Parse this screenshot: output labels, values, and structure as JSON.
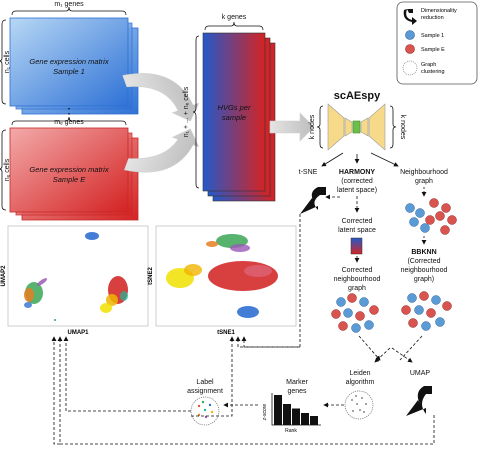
{
  "matrix_sample1": {
    "title_line1": "Gene expression matrix",
    "title_line2": "Sample 1",
    "genes_label": "m₁ genes",
    "cells_label": "n₁ cells"
  },
  "matrix_sampleE": {
    "title_line1": "Gene expression matrix",
    "title_line2": "Sample E",
    "genes_label": "mₑ genes",
    "cells_label": "nₑ cells"
  },
  "dots": "⋮",
  "hvg": {
    "title_line1": "HVGs per",
    "title_line2": "sample",
    "genes_label": "k genes",
    "cells_label": "n₁ + ... + nₑ cells"
  },
  "scaespy": {
    "title": "scAEspy",
    "left_nodes": "k nodes",
    "right_nodes": "k nodes"
  },
  "legend": {
    "title_line1": "Dimensionality",
    "title_line2": "reduction",
    "sample1": "Sample 1",
    "sampleE": "Sample E",
    "graph_line1": "Graph",
    "graph_line2": "clustering"
  },
  "steps": {
    "tsne": "t-SNE",
    "harmony_line1": "HARMONY",
    "harmony_line2": "(corrected",
    "harmony_line3": "latent space)",
    "neighbourhood_line1": "Neighbourhood",
    "neighbourhood_line2": "graph",
    "corrected_line1": "Corrected",
    "corrected_line2": "latent space",
    "corrected_graph_line1": "Corrected",
    "corrected_graph_line2": "neighbourhood",
    "corrected_graph_line3": "graph",
    "bbknn_line1": "BBKNN",
    "bbknn_line2": "(Corrected",
    "bbknn_line3": "neighbourhood",
    "bbknn_line4": "graph)",
    "leiden_line1": "Leiden",
    "leiden_line2": "algorithm",
    "umap": "UMAP",
    "marker_line1": "Marker",
    "marker_line2": "genes",
    "label_line1": "Label",
    "label_line2": "assignment"
  },
  "umap_plot": {
    "xlabel": "UMAP1",
    "ylabel": "UMAP2"
  },
  "tsne_plot": {
    "xlabel": "tSNE1",
    "ylabel": "tSNE2"
  },
  "bar_plot": {
    "xlabel": "Rank",
    "ylabel": "z-score",
    "values": [
      10,
      7,
      5.5,
      4,
      3
    ]
  },
  "colors": {
    "blue": "#2f6fd1",
    "red": "#d42a2a",
    "sample1_node": "#5b9bd5",
    "sampleE_node": "#d9534f"
  }
}
